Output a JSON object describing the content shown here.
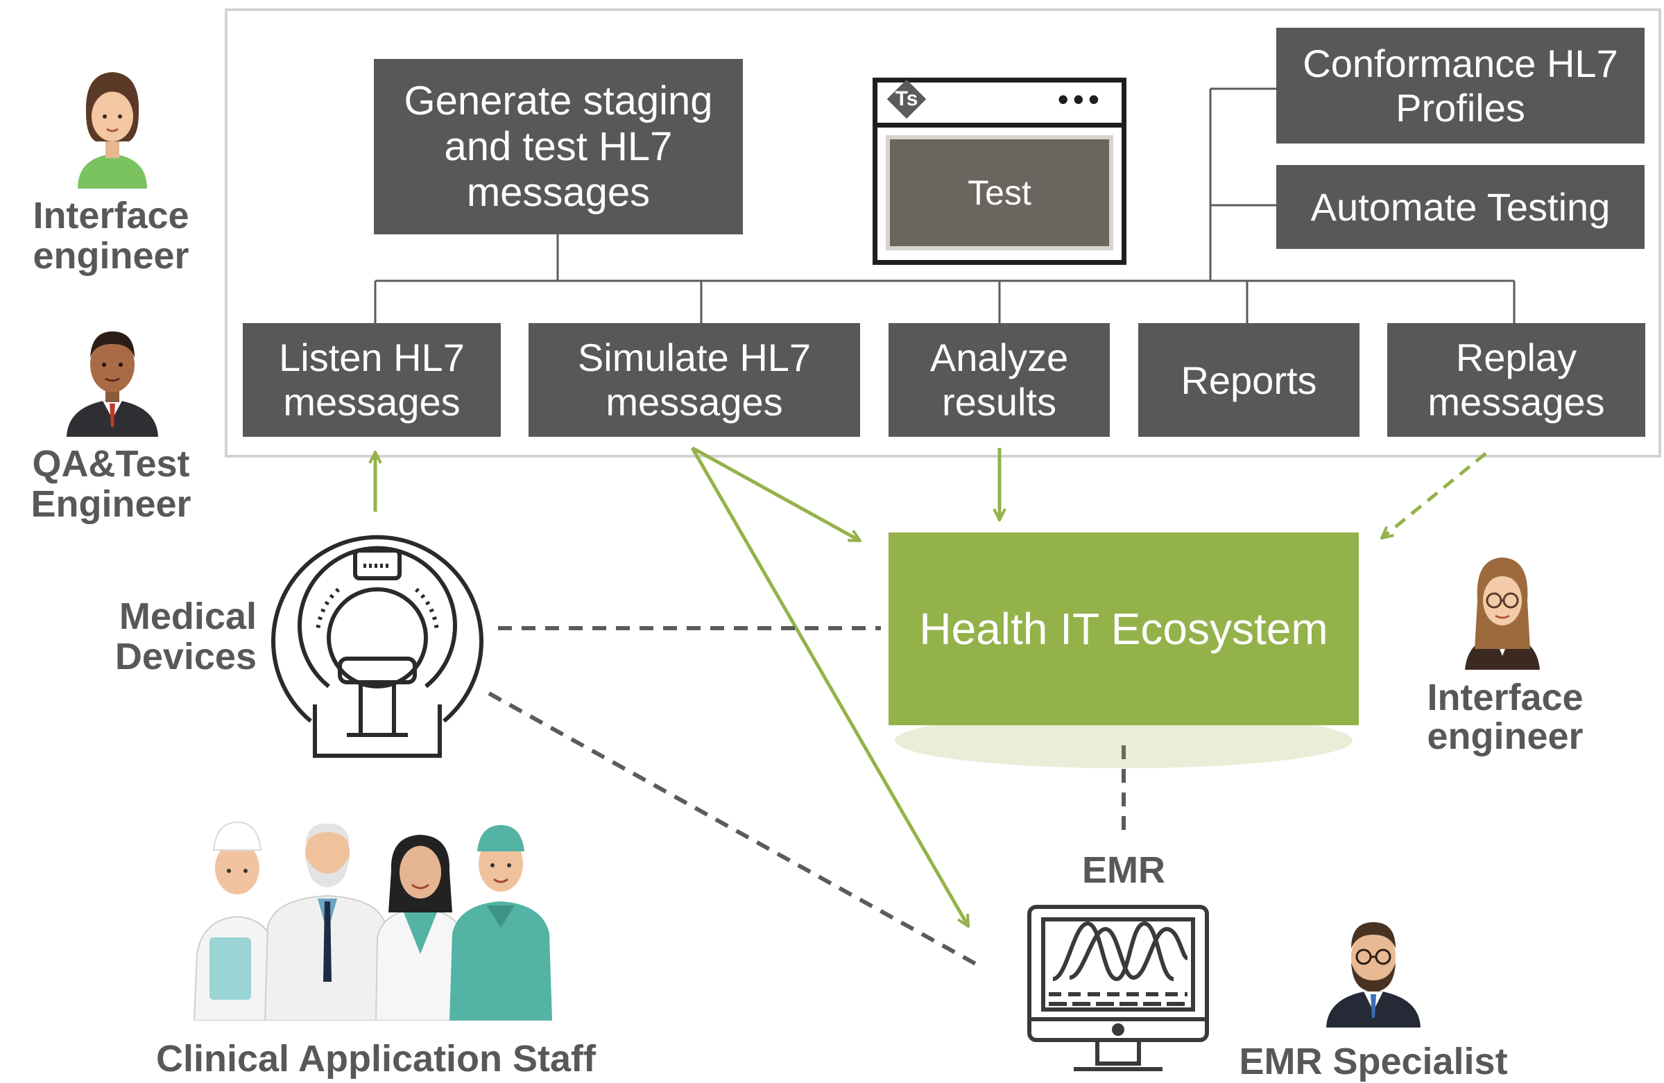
{
  "colors": {
    "box_fill": "#58585a",
    "accent_green": "#94b24a",
    "dashed_line": "#5b5b5b",
    "frame_border": "#d3d3d3",
    "label_text": "#58585a"
  },
  "top_panel": {
    "generate_box": "Generate staging and test HL7 messages",
    "test_window_label": "Test",
    "test_window_logo": "Ts",
    "conformance_box": "Conformance HL7 Profiles",
    "automate_box": "Automate Testing",
    "features": {
      "listen": "Listen HL7 messages",
      "simulate": "Simulate HL7 messages",
      "analyze": "Analyze results",
      "reports": "Reports",
      "replay": "Replay messages"
    }
  },
  "ecosystem": {
    "label": "Health IT Ecosystem"
  },
  "actors": {
    "interface_engineer_left": "Interface engineer",
    "qa_test_engineer": "QA&Test Engineer",
    "medical_devices": "Medical Devices",
    "interface_engineer_right": "Interface engineer",
    "emr": "EMR",
    "emr_specialist": "EMR Specialist",
    "clinical_staff": "Clinical Application Staff"
  },
  "icons": {
    "medical_device": "mri-scanner-icon",
    "emr": "monitor-chart-icon",
    "people": "person-avatar-icon"
  }
}
